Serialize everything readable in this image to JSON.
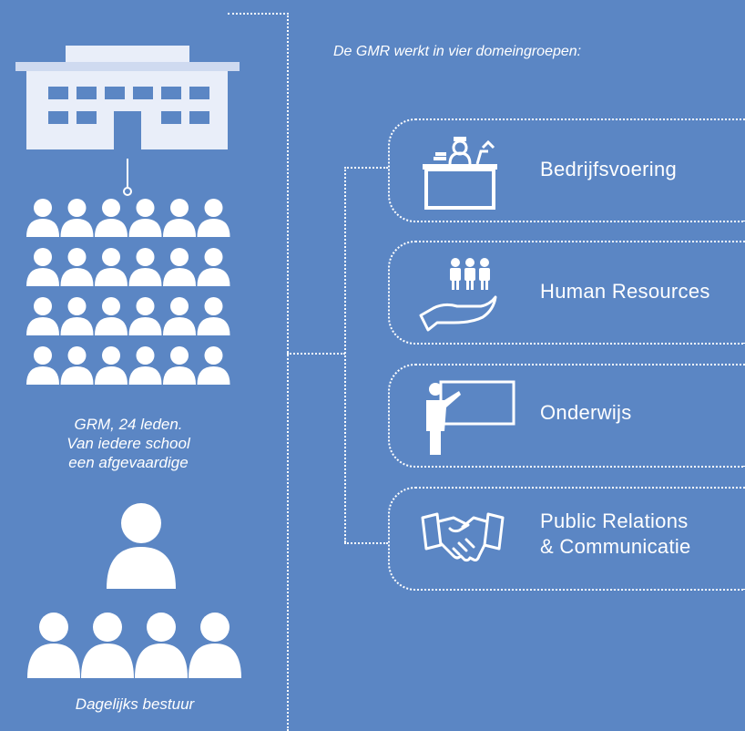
{
  "intro": "De GMR werkt in vier domeingroepen:",
  "gmr_caption": {
    "line1": "GRM, 24 leden.",
    "line2": "Van iedere school",
    "line3": "een afgevaardige"
  },
  "board_caption": "Dagelijks bestuur",
  "domains": [
    {
      "label": "Bedrijfsvoering",
      "icon": "reception-desk-icon"
    },
    {
      "label": "Human Resources",
      "icon": "people-in-hand-icon"
    },
    {
      "label": "Onderwijs",
      "icon": "teacher-board-icon"
    },
    {
      "label_line1": "Public Relations",
      "label_line2": "& Communicatie",
      "icon": "handshake-icon"
    }
  ],
  "colors": {
    "background": "#5b86c4",
    "building": "#e9eef9",
    "building_accent": "#5b86c4",
    "lines": "#ffffff"
  }
}
